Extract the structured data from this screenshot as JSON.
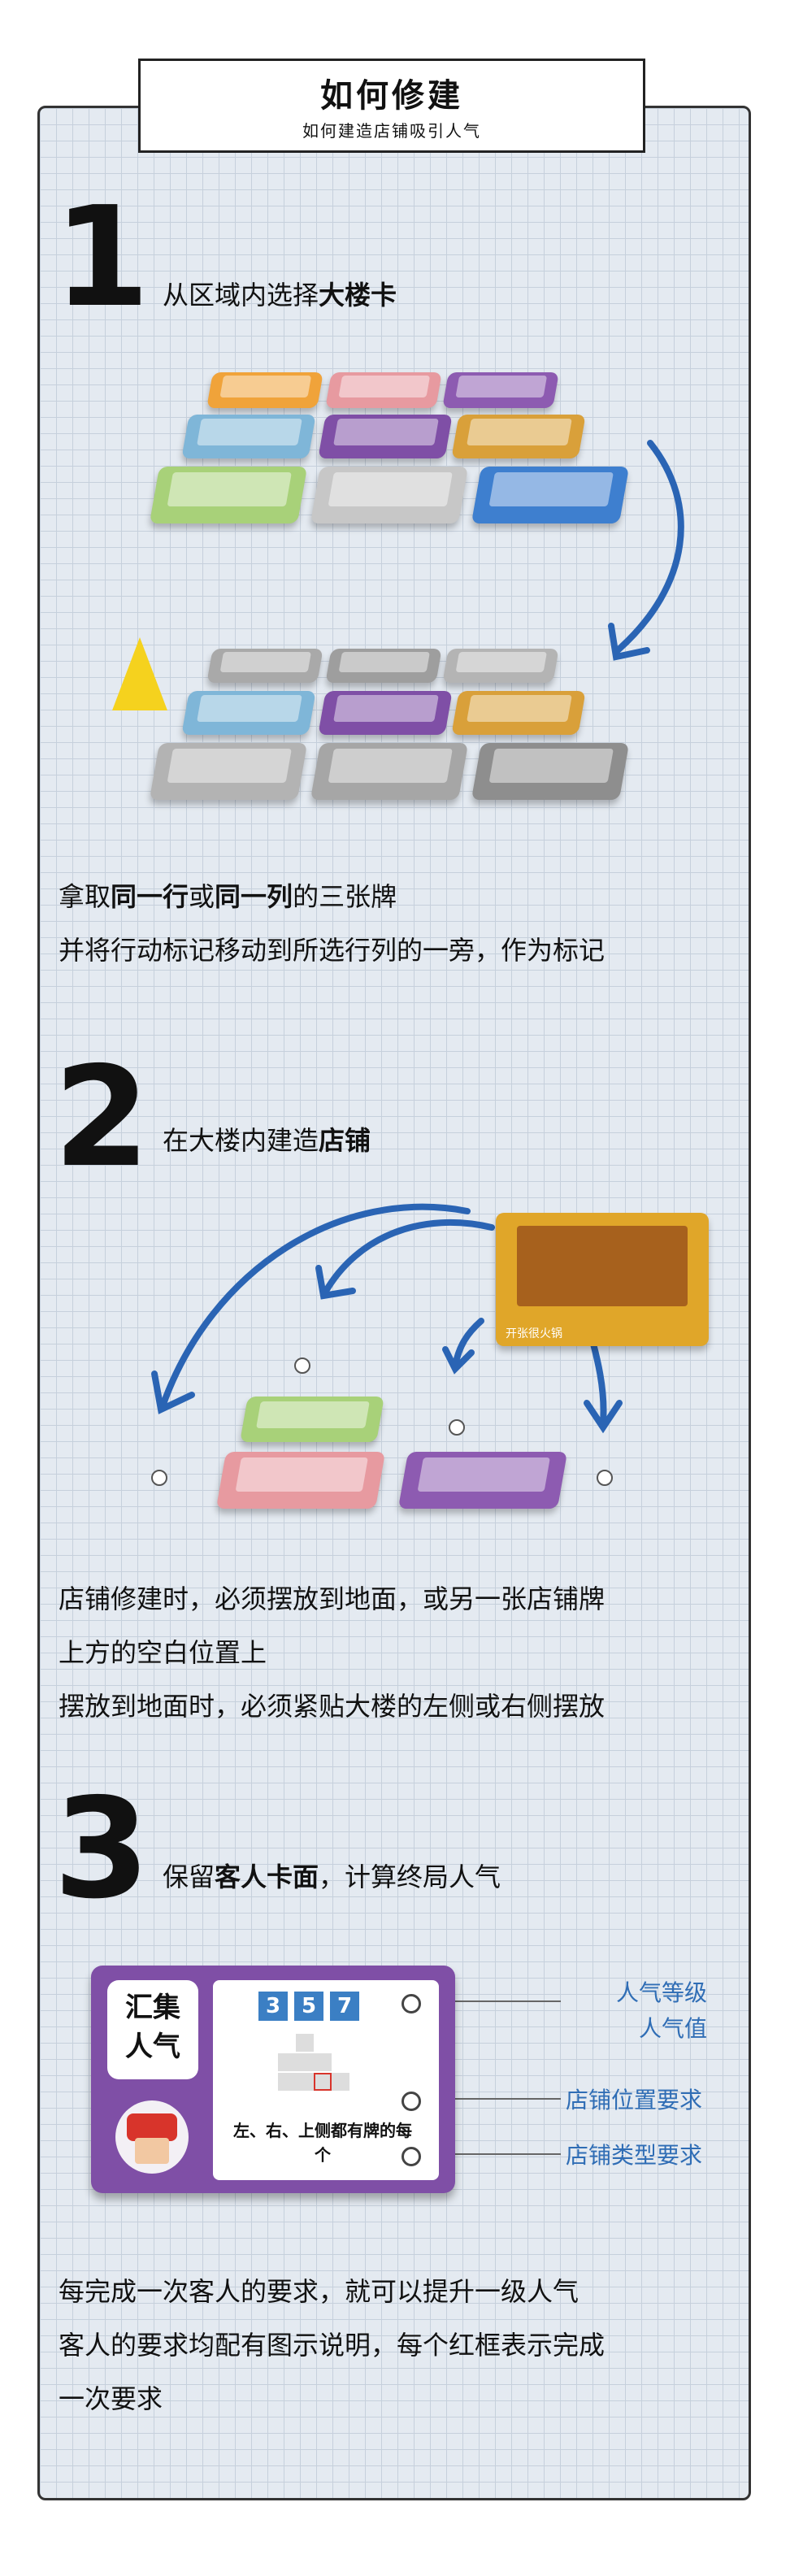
{
  "header": {
    "title": "如何修建",
    "subtitle": "如何建造店铺吸引人气"
  },
  "step1": {
    "number": "1",
    "prefix": "从区域内选择",
    "bold": "大楼卡",
    "line1_a": "拿取",
    "line1_b": "同一行",
    "line1_c": "或",
    "line1_d": "同一列",
    "line1_e": "的三张牌",
    "line2": "并将行动标记移动到所选行列的一旁，作为标记"
  },
  "step2": {
    "number": "2",
    "prefix": "在大楼内建造",
    "bold": "店铺",
    "card_label": "开张很火锅",
    "line1": "店铺修建时，必须摆放到地面，或另一张店铺牌",
    "line2": "上方的空白位置上",
    "line3": "摆放到地面时，必须紧贴大楼的左侧或右侧摆放"
  },
  "step3": {
    "number": "3",
    "prefix": "保留",
    "bold": "客人卡面",
    "suffix": "，计算终局人气",
    "card": {
      "name": "汇集人气",
      "levels": [
        "3",
        "5",
        "7"
      ],
      "requirement": "左、右、上侧都有牌的每个"
    },
    "labels": {
      "level": "人气等级",
      "value": "人气值",
      "position": "店铺位置要求",
      "type": "店铺类型要求"
    },
    "line1": "每完成一次客人的要求，就可以提升一级人气",
    "line2": "客人的要求均配有图示说明，每个红框表示完成",
    "line3": "一次要求"
  },
  "colors": {
    "arrow": "#2a64b4",
    "accent_purple": "#7f4fa6",
    "label_blue": "#2f6db5"
  }
}
